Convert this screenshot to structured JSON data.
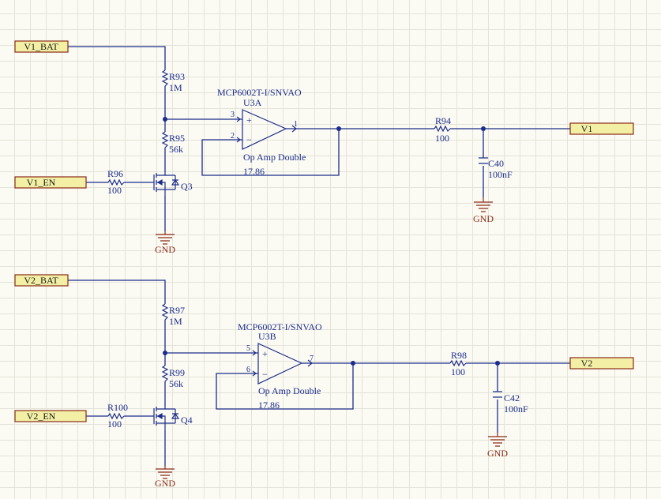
{
  "ports": {
    "v1_bat": "V1_BAT",
    "v1_en": "V1_EN",
    "v1": "V1",
    "v2_bat": "V2_BAT",
    "v2_en": "V2_EN",
    "v2": "V2"
  },
  "channel1": {
    "r_top": {
      "designator": "R93",
      "value": "1M"
    },
    "r_bottom": {
      "designator": "R95",
      "value": "56k"
    },
    "r_gate": {
      "designator": "R96",
      "value": "100"
    },
    "r_out": {
      "designator": "R94",
      "value": "100"
    },
    "cap": {
      "designator": "C40",
      "value": "100nF"
    },
    "fet": "Q3",
    "opamp": {
      "part": "MCP6002T-I/SNVAO",
      "designator": "U3A",
      "type": "Op Amp Double",
      "value": "17.86",
      "pin_plus": "3",
      "pin_minus": "2",
      "pin_out": "1"
    },
    "gnd_fet": "GND",
    "gnd_cap": "GND"
  },
  "channel2": {
    "r_top": {
      "designator": "R97",
      "value": "1M"
    },
    "r_bottom": {
      "designator": "R99",
      "value": "56k"
    },
    "r_gate": {
      "designator": "R100",
      "value": "100"
    },
    "r_out": {
      "designator": "R98",
      "value": "100"
    },
    "cap": {
      "designator": "C42",
      "value": "100nF"
    },
    "fet": "Q4",
    "opamp": {
      "part": "MCP6002T-I/SNVAO",
      "designator": "U3B",
      "type": "Op Amp Double",
      "value": "17.86",
      "pin_plus": "5",
      "pin_minus": "6",
      "pin_out": "7"
    },
    "gnd_fet": "GND",
    "gnd_cap": "GND"
  },
  "colors": {
    "wire": "#1c2c8c",
    "power": "#8b2a16",
    "port_fill": "#f3f0a6",
    "background": "#fbfbf3"
  }
}
